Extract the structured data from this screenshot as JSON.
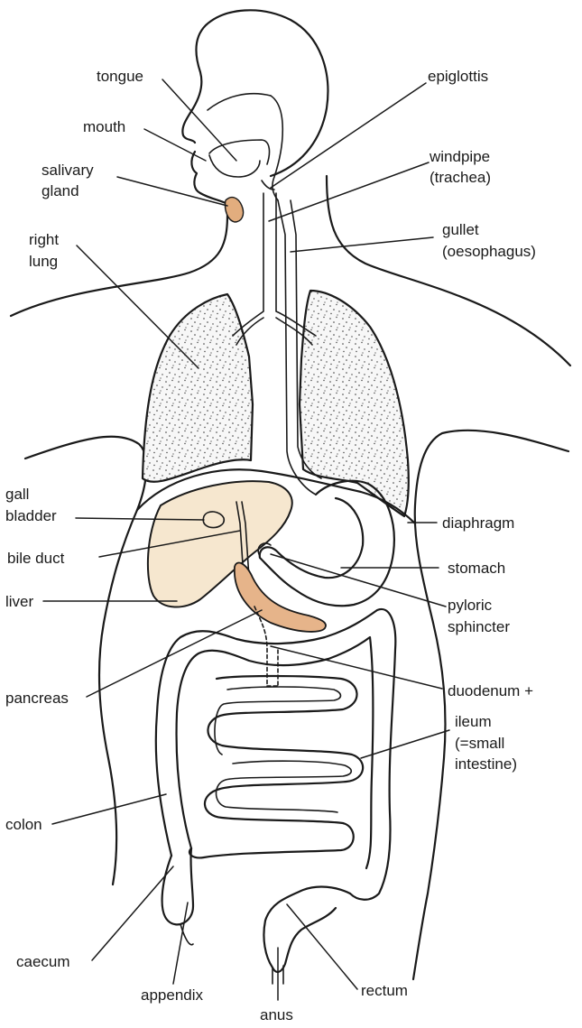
{
  "colors": {
    "outline": "#1a1a1a",
    "liver_fill": "#f6e7cf",
    "pancreas_fill": "#e6b48a",
    "salivary_fill": "#e2ad7e",
    "lung_stipple": "#3a3a3a",
    "background": "#ffffff"
  },
  "labels": {
    "tongue": "tongue",
    "mouth": "mouth",
    "salivary_1": "salivary",
    "salivary_2": "gland",
    "right_lung_1": "right",
    "right_lung_2": "lung",
    "epiglottis": "epiglottis",
    "windpipe_1": "windpipe",
    "windpipe_2": "(trachea)",
    "gullet_1": "gullet",
    "gullet_2": "(oesophagus)",
    "gall_1": "gall",
    "gall_2": "bladder",
    "bile_duct": "bile duct",
    "liver": "liver",
    "pancreas": "pancreas",
    "colon": "colon",
    "caecum": "caecum",
    "appendix": "appendix",
    "anus": "anus",
    "rectum": "rectum",
    "diaphragm": "diaphragm",
    "stomach": "stomach",
    "pyloric_1": "pyloric",
    "pyloric_2": "sphincter",
    "duodenum": "duodenum +",
    "ileum_1": "ileum",
    "ileum_2": "(=small",
    "ileum_3": "intestine)"
  }
}
